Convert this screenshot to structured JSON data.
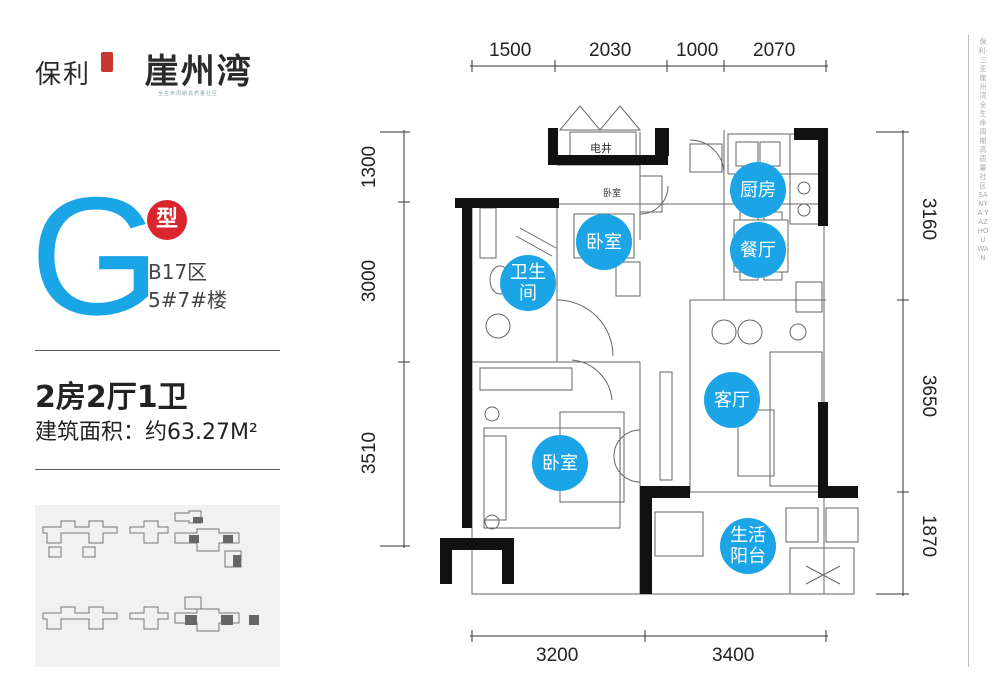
{
  "brand": {
    "logo_text": "保利",
    "logo_name": "崖州湾",
    "logo_subtitle": "全生命周期高质量社区"
  },
  "unit": {
    "type_letter": "G",
    "type_badge": "型",
    "zone": "B17区",
    "buildings": "5#7#楼",
    "layout": "2房2厅1卫",
    "area_label": "建筑面积：约63.27M²"
  },
  "side_text": "保利·三亚崖州湾 全生命周期高质量社区 SANYA YAZHOUWAN",
  "dimensions": {
    "top": [
      "1500",
      "2030",
      "1000",
      "2070"
    ],
    "bottom": [
      "3200",
      "3400"
    ],
    "left": [
      "1300",
      "3000",
      "3510"
    ],
    "right": [
      "3160",
      "3650",
      "1870"
    ]
  },
  "rooms": {
    "kitchen": "厨房",
    "dining": "餐厅",
    "bedroom_top": "卧室",
    "bathroom": [
      "卫生",
      "间"
    ],
    "living": "客厅",
    "bedroom_bottom": "卧室",
    "balcony": [
      "生活",
      "阳台"
    ]
  },
  "labels": {
    "elevator": "电井",
    "bedroom_small": "卧室"
  },
  "colors": {
    "accent": "#1aa6e6",
    "badge": "#d9262c",
    "wall": "#111111"
  }
}
